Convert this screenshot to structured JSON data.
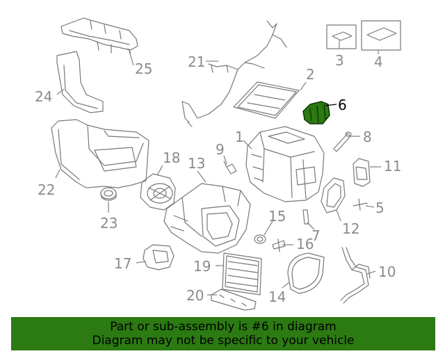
{
  "callouts": {
    "c1": "1",
    "c2": "2",
    "c3": "3",
    "c4": "4",
    "c5": "5",
    "c6": "6",
    "c7": "7",
    "c8": "8",
    "c9": "9",
    "c10": "10",
    "c11": "11",
    "c12": "12",
    "c13": "13",
    "c14": "14",
    "c15": "15",
    "c16": "16",
    "c17": "17",
    "c18": "18",
    "c19": "19",
    "c20": "20",
    "c21": "21",
    "c22": "22",
    "c23": "23",
    "c24": "24",
    "c25": "25"
  },
  "highlight": {
    "part": "6",
    "color": "#2b7a12"
  },
  "banner": {
    "line1": "Part or sub-assembly is #6 in diagram",
    "line2": "Diagram may not be specific to your vehicle",
    "color": "#2b7a12"
  }
}
